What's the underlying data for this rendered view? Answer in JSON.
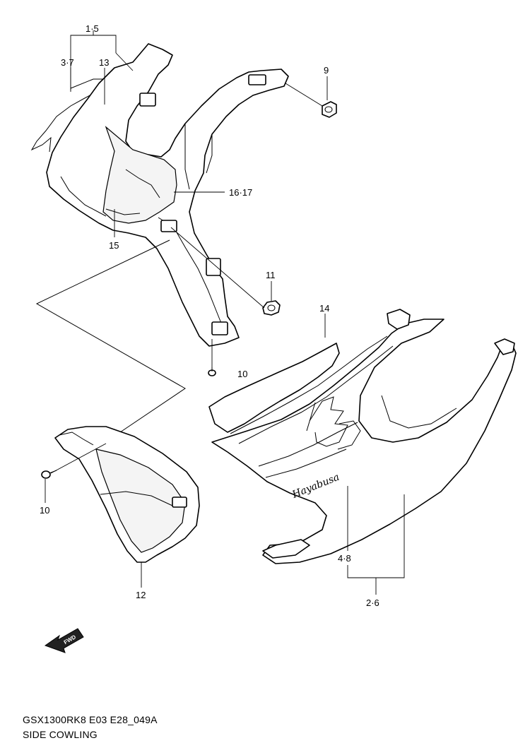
{
  "callouts": {
    "c15": "1·5",
    "c37": "3·7",
    "c13": "13",
    "c9": "9",
    "c1617": "16·17",
    "c15b": "15",
    "c11": "11",
    "c14": "14",
    "c10a": "10",
    "c10b": "10",
    "c12": "12",
    "c48": "4·8",
    "c26": "2·6"
  },
  "fwd_label": "FWD",
  "decal_text": "Hayabusa",
  "footer": {
    "code": "GSX1300RK8 E03 E28_049A",
    "title": "SIDE COWLING"
  }
}
